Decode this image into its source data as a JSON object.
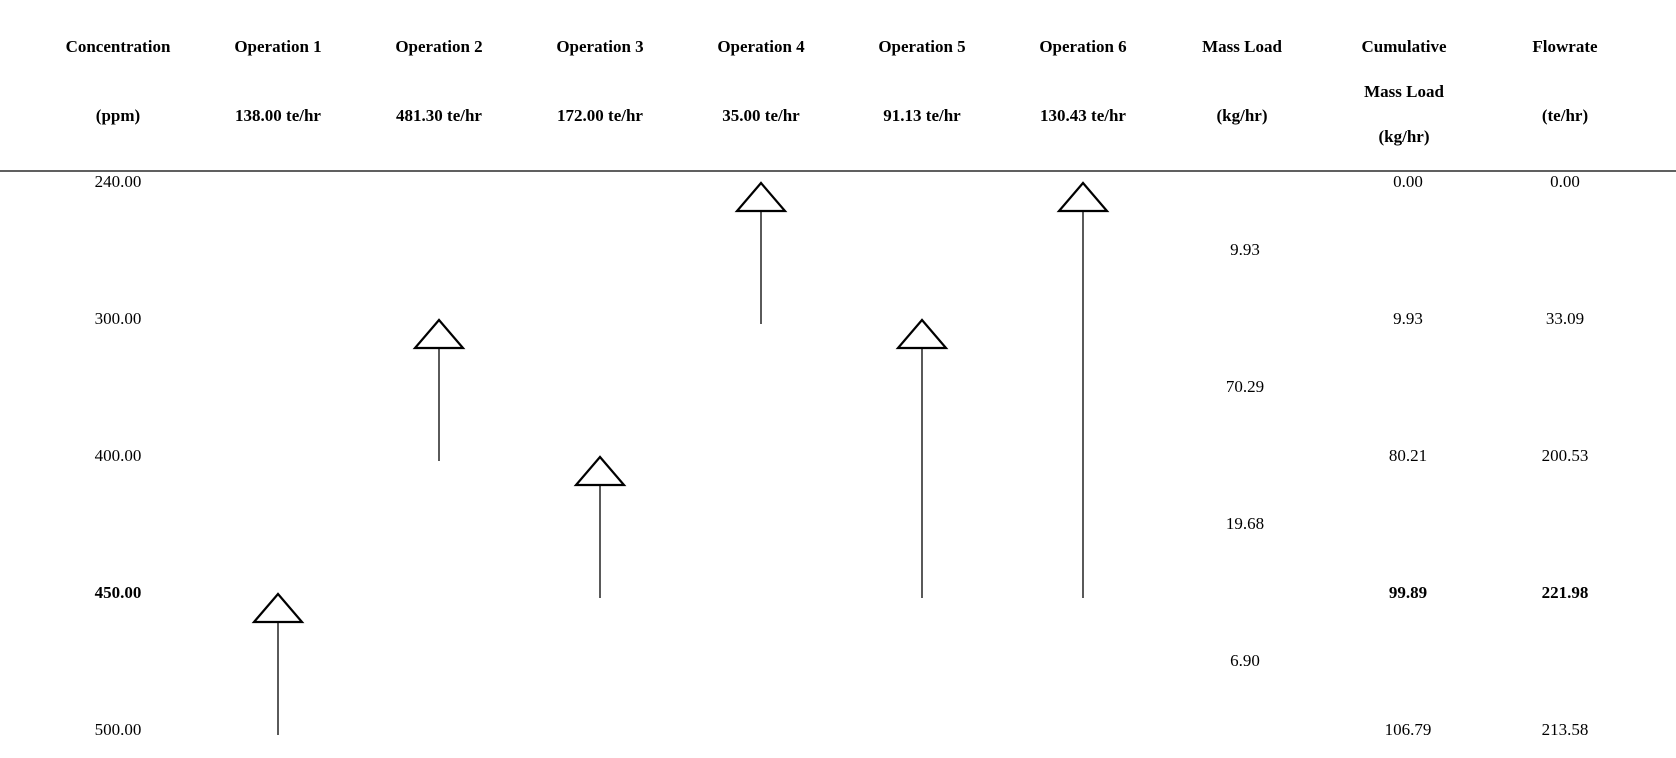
{
  "header": {
    "concentration": {
      "line1": "Concentration",
      "line2": "(ppm)"
    },
    "operations": [
      {
        "name": "Operation 1",
        "flow": "138.00 te/hr"
      },
      {
        "name": "Operation 2",
        "flow": "481.30 te/hr"
      },
      {
        "name": "Operation 3",
        "flow": "172.00 te/hr"
      },
      {
        "name": "Operation 4",
        "flow": "35.00 te/hr"
      },
      {
        "name": "Operation 5",
        "flow": "91.13 te/hr"
      },
      {
        "name": "Operation 6",
        "flow": "130.43 te/hr"
      }
    ],
    "mass_load": {
      "line1": "Mass Load",
      "line2": "(kg/hr)"
    },
    "cumulative": {
      "line1": "Cumulative",
      "line2": "Mass Load",
      "line3": "(kg/hr)"
    },
    "flowrate": {
      "line1": "Flowrate",
      "line2": "(te/hr)"
    }
  },
  "levels": [
    {
      "concentration": "240.00",
      "cumulative": "0.00",
      "flowrate": "0.00",
      "bold": false
    },
    {
      "concentration": "300.00",
      "cumulative": "9.93",
      "flowrate": "33.09",
      "bold": false
    },
    {
      "concentration": "400.00",
      "cumulative": "80.21",
      "flowrate": "200.53",
      "bold": false
    },
    {
      "concentration": "450.00",
      "cumulative": "99.89",
      "flowrate": "221.98",
      "bold": true
    },
    {
      "concentration": "500.00",
      "cumulative": "106.79",
      "flowrate": "213.58",
      "bold": false
    }
  ],
  "mass_loads": [
    "9.93",
    "70.29",
    "19.68",
    "6.90"
  ],
  "arrows": [
    {
      "operation": "Operation 1",
      "from_conc": 500,
      "to_conc": 450
    },
    {
      "operation": "Operation 2",
      "from_conc": 400,
      "to_conc": 300
    },
    {
      "operation": "Operation 3",
      "from_conc": 450,
      "to_conc": 400
    },
    {
      "operation": "Operation 4",
      "from_conc": 300,
      "to_conc": 240
    },
    {
      "operation": "Operation 5",
      "from_conc": 450,
      "to_conc": 300
    },
    {
      "operation": "Operation 6",
      "from_conc": 450,
      "to_conc": 240
    }
  ]
}
